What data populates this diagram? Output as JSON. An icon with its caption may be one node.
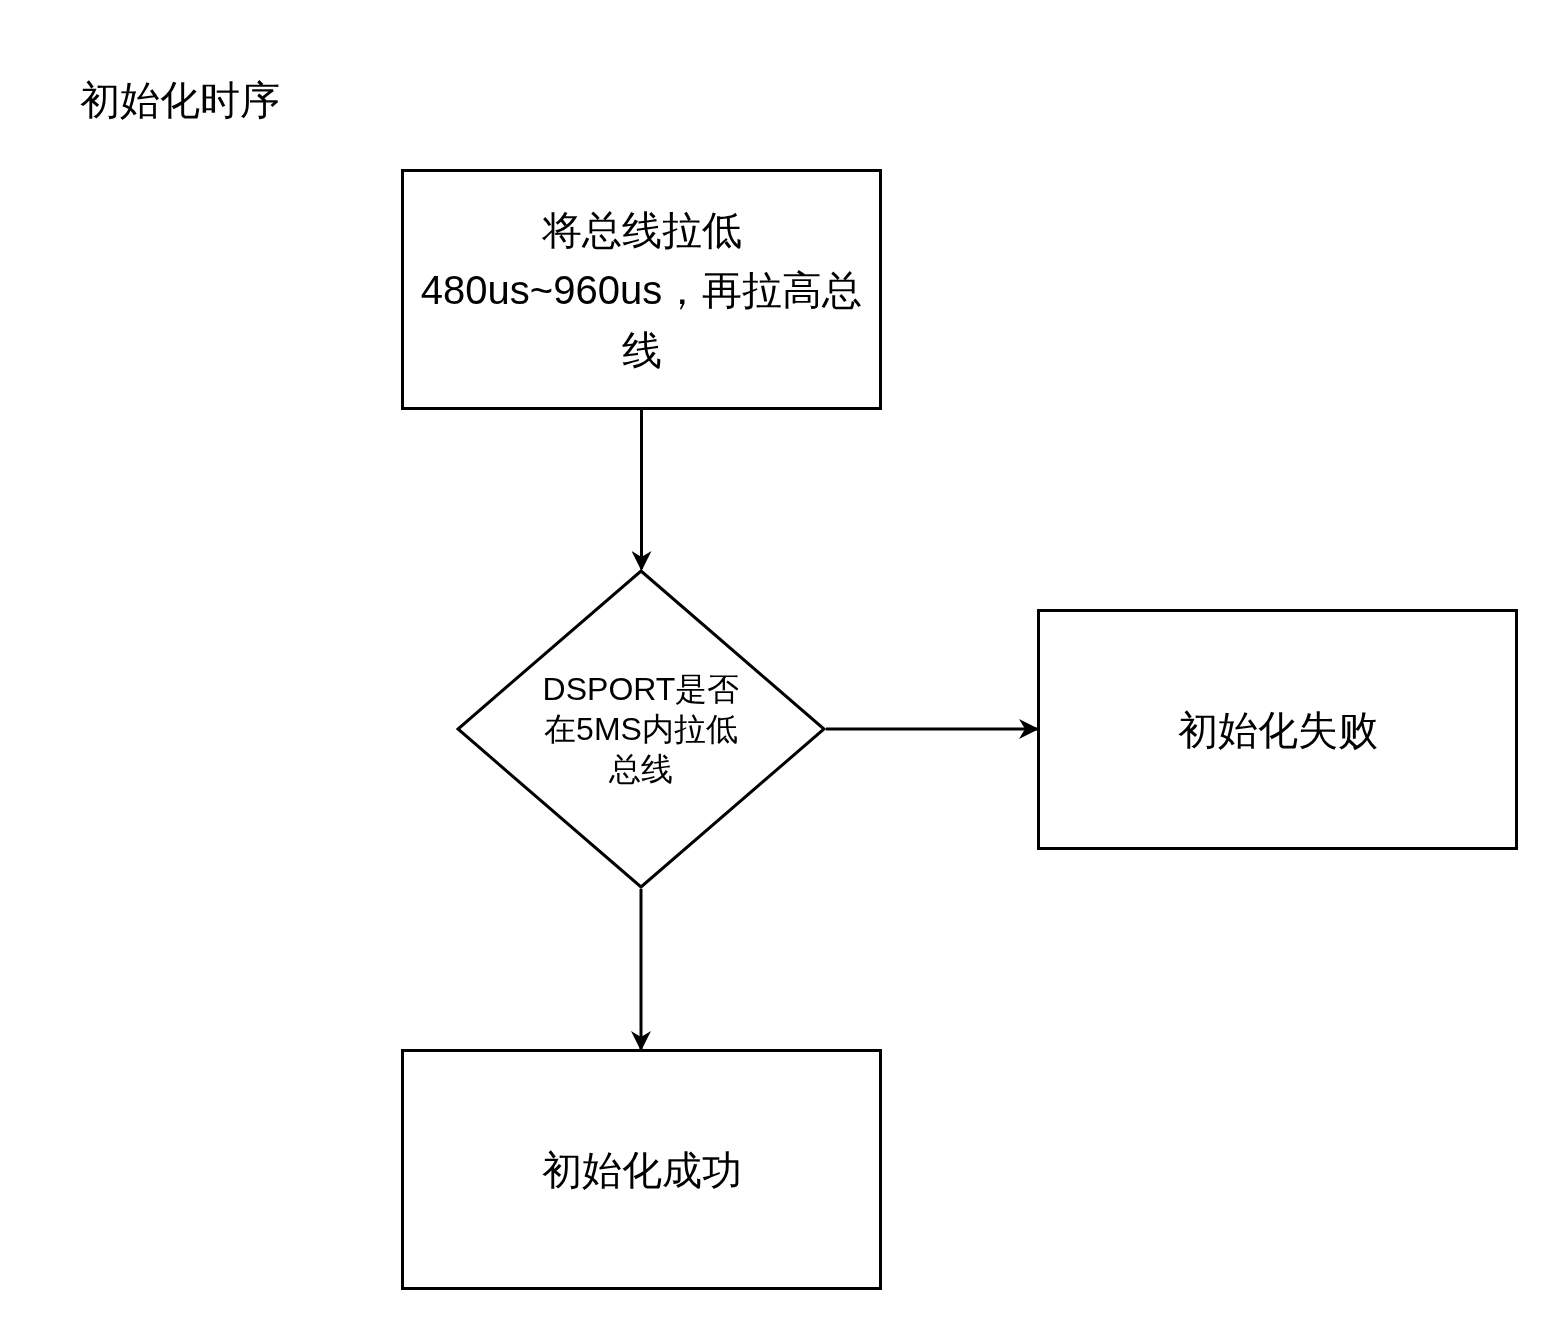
{
  "diagram": {
    "title": "初始化时序",
    "nodes": [
      {
        "text": [
          "将总线拉低480us~960us，再拉高总线"
        ]
      },
      {
        "text": [
          "DSPORT是否在5MS内拉低总线"
        ]
      },
      {
        "text": [
          "初始化失败"
        ]
      },
      {
        "text": [
          "初始化成功"
        ]
      }
    ],
    "edges": [
      {
        "from": 0,
        "to": 1,
        "arrow": "to"
      },
      {
        "from": 1,
        "to": 2,
        "arrow": "to"
      },
      {
        "from": 1,
        "to": 3,
        "arrow": "to"
      }
    ]
  }
}
